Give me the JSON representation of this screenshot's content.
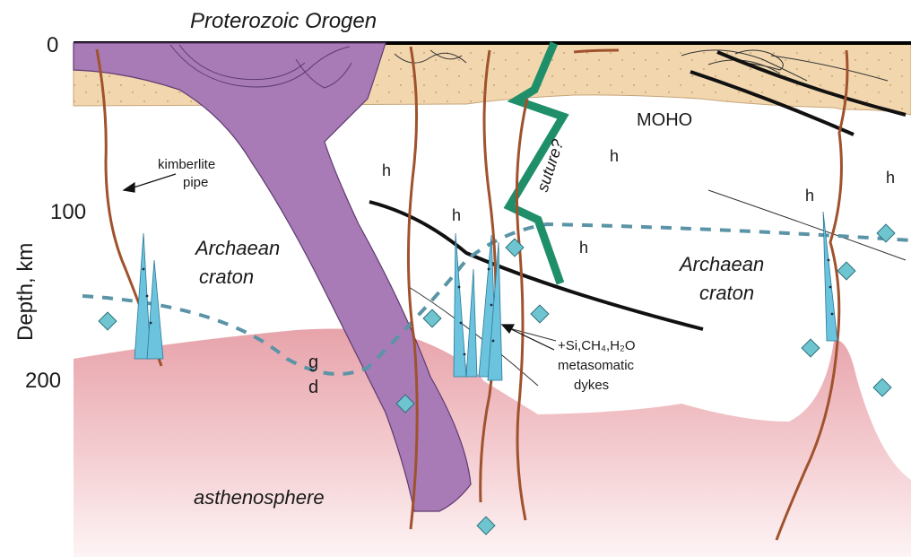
{
  "title": "Proterozoic Orogen",
  "axis": {
    "label": "Depth, km",
    "ticks": [
      "0",
      "100",
      "200"
    ]
  },
  "labels": {
    "moho": "MOHO",
    "suture": "suture?",
    "craton_left_1": "Archaean",
    "craton_left_2": "craton",
    "craton_right_1": "Archaean",
    "craton_right_2": "craton",
    "asthenosphere": "asthenosphere",
    "kimberlite_1": "kimberlite",
    "kimberlite_2": "pipe",
    "metasomatic_1": "+Si,CH₄,H₂O",
    "metasomatic_2": "metasomatic",
    "metasomatic_3": "dykes",
    "g": "g",
    "d": "d",
    "h": "h"
  },
  "colors": {
    "crust": "#f2d7ae",
    "slab": "#a87bb6",
    "slab_edge": "#5e3a70",
    "asthenosphere_top": "#e7a3aa",
    "asthenosphere_bottom": "#fbeff0",
    "pipe": "#a0522d",
    "suture": "#1f8f6a",
    "gd_line": "#5b94a6",
    "diamond": "#6ec5cf",
    "dyke": "#6cc3dd"
  }
}
